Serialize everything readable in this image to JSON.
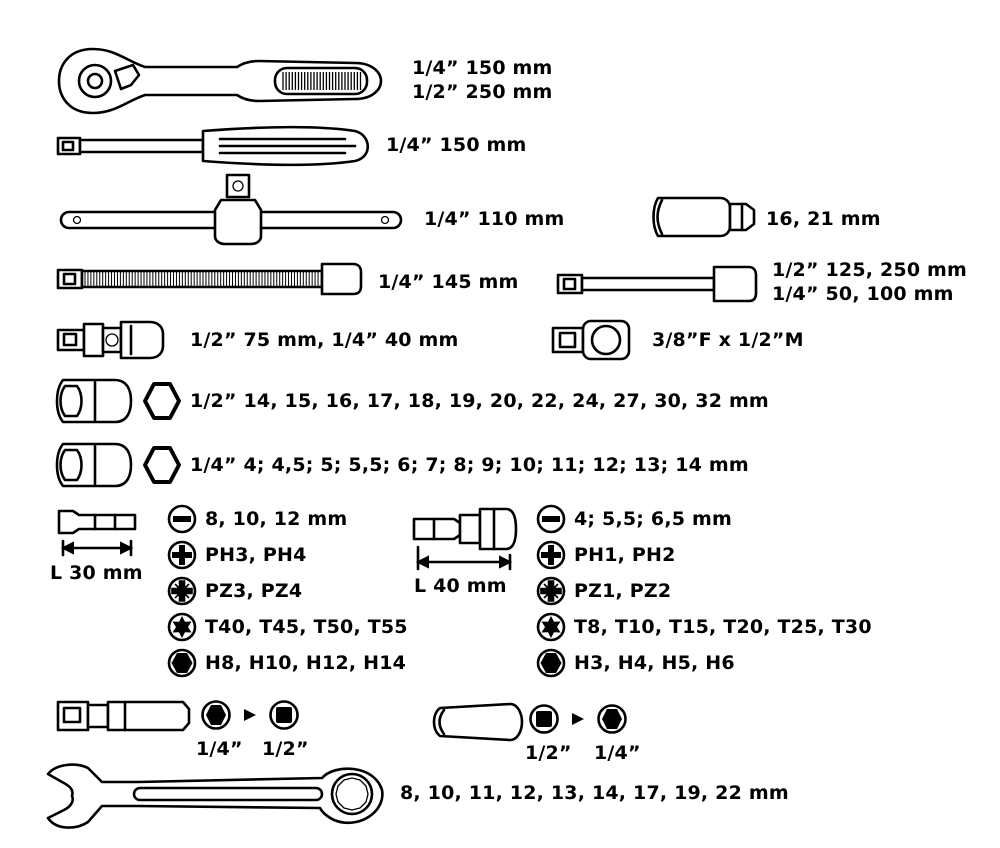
{
  "items": {
    "ratchet": [
      "1/4” 150 mm",
      "1/2” 250 mm"
    ],
    "screwdriver_handle": "1/4”  150 mm",
    "t_bar": "1/4” 110 mm",
    "spark_socket": "16, 21 mm",
    "flex_extension": "1/4” 145 mm",
    "extension_bars": [
      "1/2” 125, 250 mm",
      "1/4” 50, 100 mm"
    ],
    "universal_joint": "1/2”  75 mm, 1/4” 40 mm",
    "adapter_3_8": "3/8”F x 1/2”M",
    "sockets_half": "1/2” 14, 15, 16, 17, 18, 19, 20, 22, 24, 27, 30, 32 mm",
    "sockets_quarter": "1/4” 4; 4,5; 5; 5,5; 6; 7; 8; 9; 10; 11; 12; 13; 14 mm"
  },
  "bits_30": {
    "length": "L 30 mm",
    "rows": [
      {
        "icon": "slotted-icon",
        "text": "8, 10, 12 mm"
      },
      {
        "icon": "phillips-icon",
        "text": "PH3, PH4"
      },
      {
        "icon": "pozidriv-icon",
        "text": "PZ3, PZ4"
      },
      {
        "icon": "torx-icon",
        "text": "T40, T45, T50, T55"
      },
      {
        "icon": "hex-icon",
        "text": "H8, H10, H12, H14"
      }
    ]
  },
  "bits_40": {
    "length": "L 40 mm",
    "rows": [
      {
        "icon": "slotted-icon",
        "text": "4; 5,5; 6,5 mm"
      },
      {
        "icon": "phillips-icon",
        "text": "PH1, PH2"
      },
      {
        "icon": "pozidriv-icon",
        "text": "PZ1, PZ2"
      },
      {
        "icon": "torx-icon",
        "text": "T8, T10, T15, T20, T25, T30"
      },
      {
        "icon": "hex-icon",
        "text": "H3, H4, H5, H6"
      }
    ]
  },
  "adapters": {
    "bit_to_square": {
      "from": "1/4”",
      "to": "1/2”"
    },
    "square_to_bit": {
      "from": "1/2”",
      "to": "1/4”"
    }
  },
  "wrenches": "8, 10, 11, 12, 13, 14, 17, 19, 22 mm"
}
